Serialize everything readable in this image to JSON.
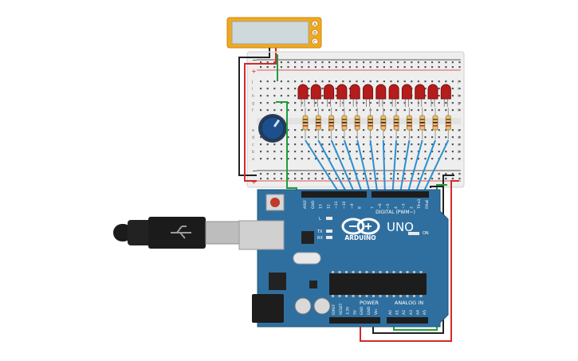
{
  "colors": {
    "arduino_blue": "#2f6f9f",
    "breadboard": "#eeeeee",
    "led_red": "#b51c1c",
    "wire_blue": "#2a8fd0",
    "wire_green": "#1e9e3e",
    "wire_red": "#d42a2a",
    "wire_black": "#222222",
    "lcd_frame": "#f2a81d",
    "lcd_screen": "#cfd8da",
    "pot_knob": "#1d4f8c"
  },
  "lcd": {
    "pins": [
      "A",
      "B",
      "C"
    ]
  },
  "arduino": {
    "uno": "UNO",
    "arduino": "ARDUINO",
    "digital": "DIGITAL (PWM~)",
    "power": "POWER",
    "analog_in": "ANALOG IN",
    "on": "ON",
    "l": "L",
    "tx": "TX",
    "rx": "RX",
    "header_top": [
      "AREF",
      "GND",
      "13",
      "12",
      "~11",
      "~10",
      "~9",
      "8",
      "7",
      "~6",
      "~5",
      "4",
      "~3",
      "2",
      "TX➔1",
      "RX◂0"
    ],
    "header_power": [
      "IOREF",
      "RESET",
      "3.3V",
      "5V",
      "GND",
      "GND",
      "Vin"
    ],
    "header_analog": [
      "A0",
      "A1",
      "A2",
      "A3",
      "A4",
      "A5"
    ]
  },
  "breadboard": {
    "rows_top": [
      "j",
      "i",
      "h",
      "g",
      "f"
    ],
    "rows_bottom": [
      "e",
      "d",
      "c",
      "b",
      "a"
    ],
    "rail_plus": "+",
    "rail_minus": "−"
  },
  "leds_count": 12
}
